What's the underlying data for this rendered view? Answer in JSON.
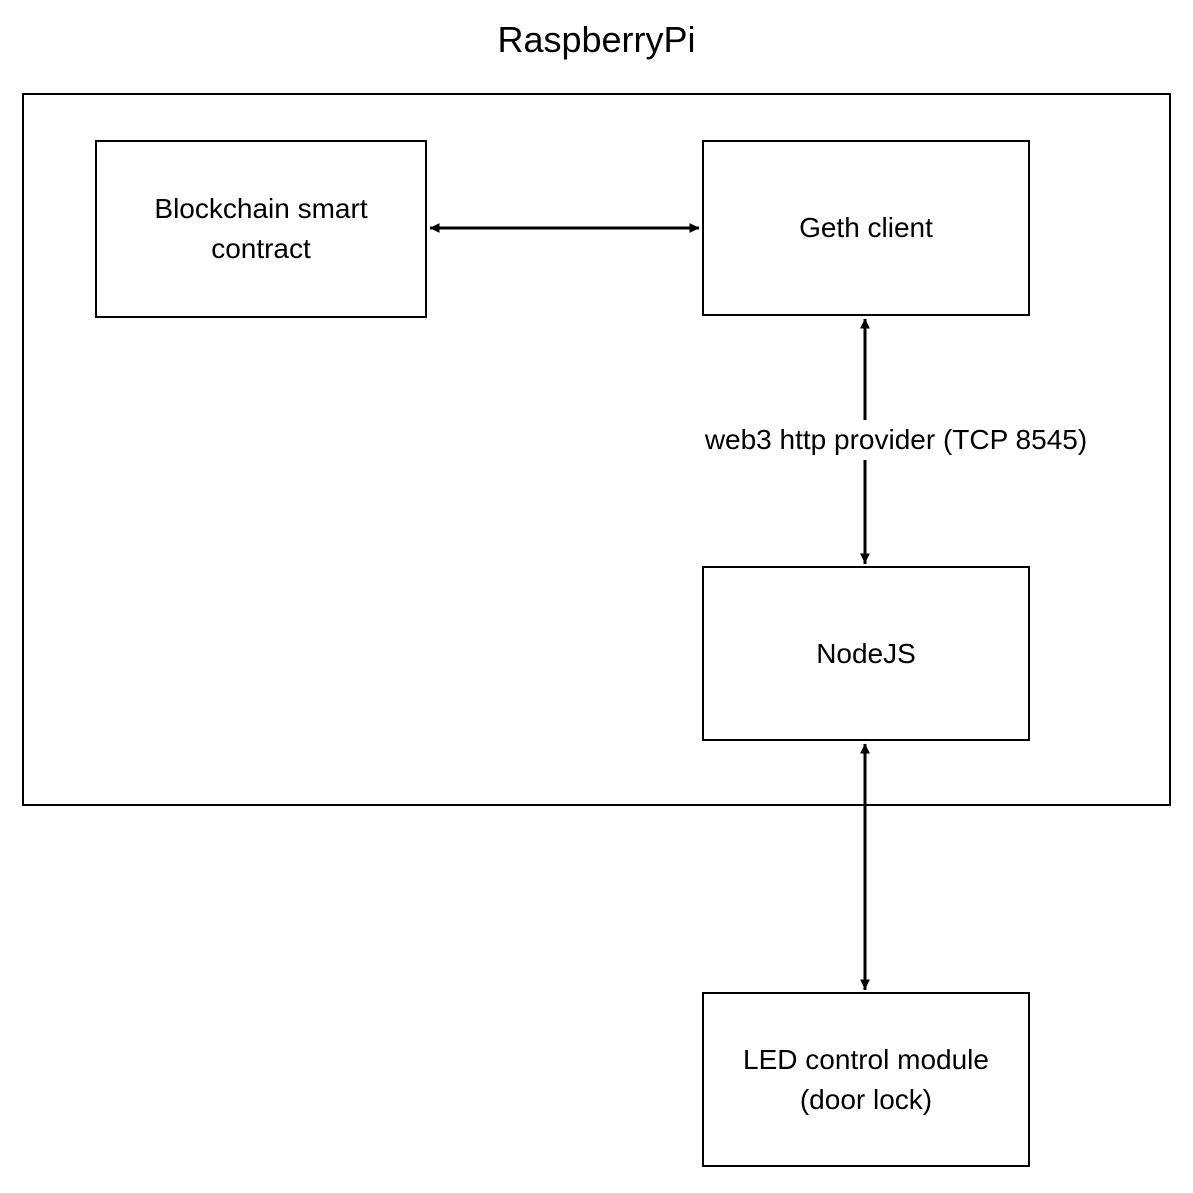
{
  "diagram": {
    "title": "RaspberryPi",
    "type": "block-diagram",
    "background_color": "#ffffff",
    "stroke_color": "#000000",
    "containers": [
      {
        "id": "raspberrypi",
        "label": "RaspberryPi",
        "contains": [
          "blockchain-smart-contract",
          "geth-client",
          "nodejs"
        ]
      }
    ],
    "nodes": [
      {
        "id": "blockchain-smart-contract",
        "label": "Blockchain smart\ncontract"
      },
      {
        "id": "geth-client",
        "label": "Geth client"
      },
      {
        "id": "nodejs",
        "label": "NodeJS"
      },
      {
        "id": "led-control-module",
        "label": "LED control module\n(door lock)"
      }
    ],
    "edges": [
      {
        "id": "edge-blockchain-geth",
        "from": "blockchain-smart-contract",
        "to": "geth-client",
        "direction": "bidirectional",
        "orientation": "horizontal",
        "label": ""
      },
      {
        "id": "edge-geth-nodejs",
        "from": "geth-client",
        "to": "nodejs",
        "direction": "bidirectional",
        "orientation": "vertical",
        "label": "web3 http provider (TCP 8545)"
      },
      {
        "id": "edge-nodejs-led",
        "from": "nodejs",
        "to": "led-control-module",
        "direction": "bidirectional",
        "orientation": "vertical",
        "label": ""
      }
    ]
  }
}
